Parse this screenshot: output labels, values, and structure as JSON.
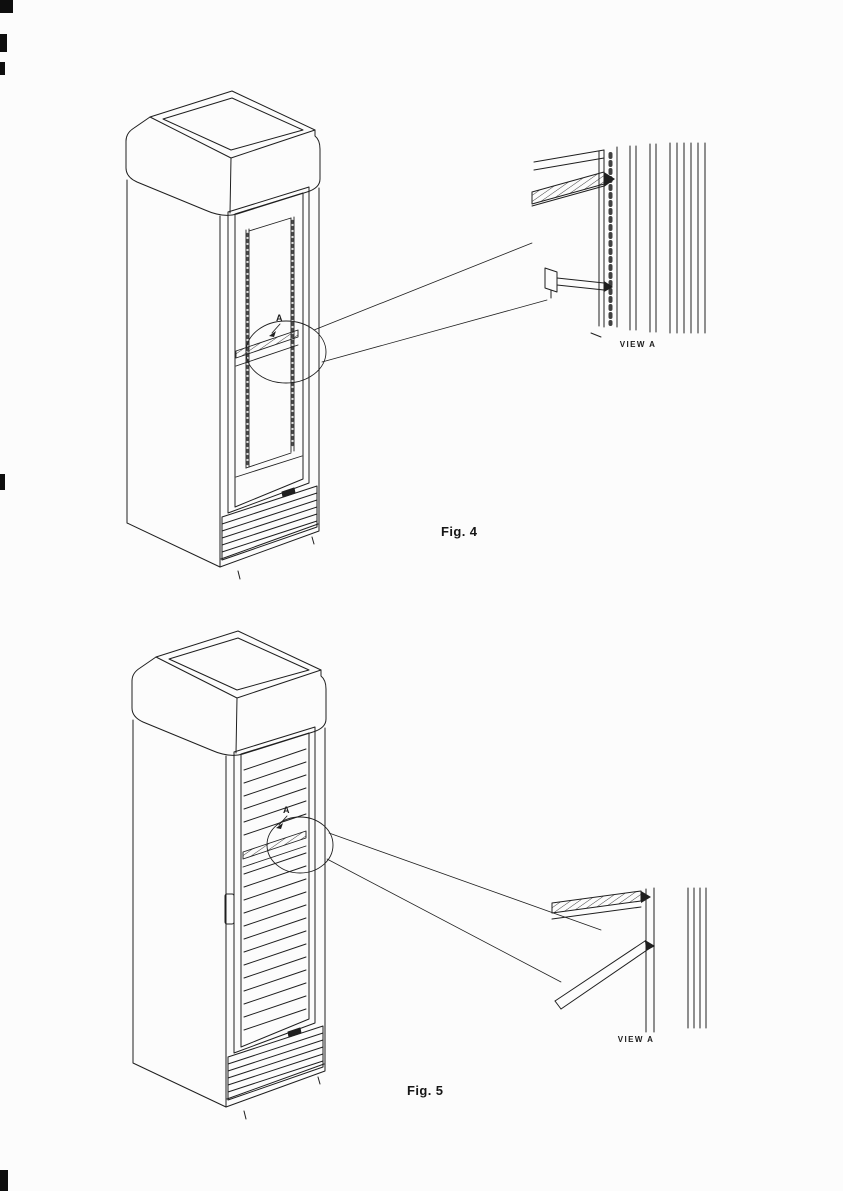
{
  "figures": [
    {
      "id": "fig4",
      "caption": "Fig. 4",
      "callout_label": "A",
      "detail_label": "VIEW A"
    },
    {
      "id": "fig5",
      "caption": "Fig. 5",
      "callout_label": "A",
      "detail_label": "VIEW A"
    }
  ],
  "colors": {
    "ink": "#1f1f1f",
    "paper": "#fcfcfc",
    "scan_artifact": "#0e0e0e"
  }
}
